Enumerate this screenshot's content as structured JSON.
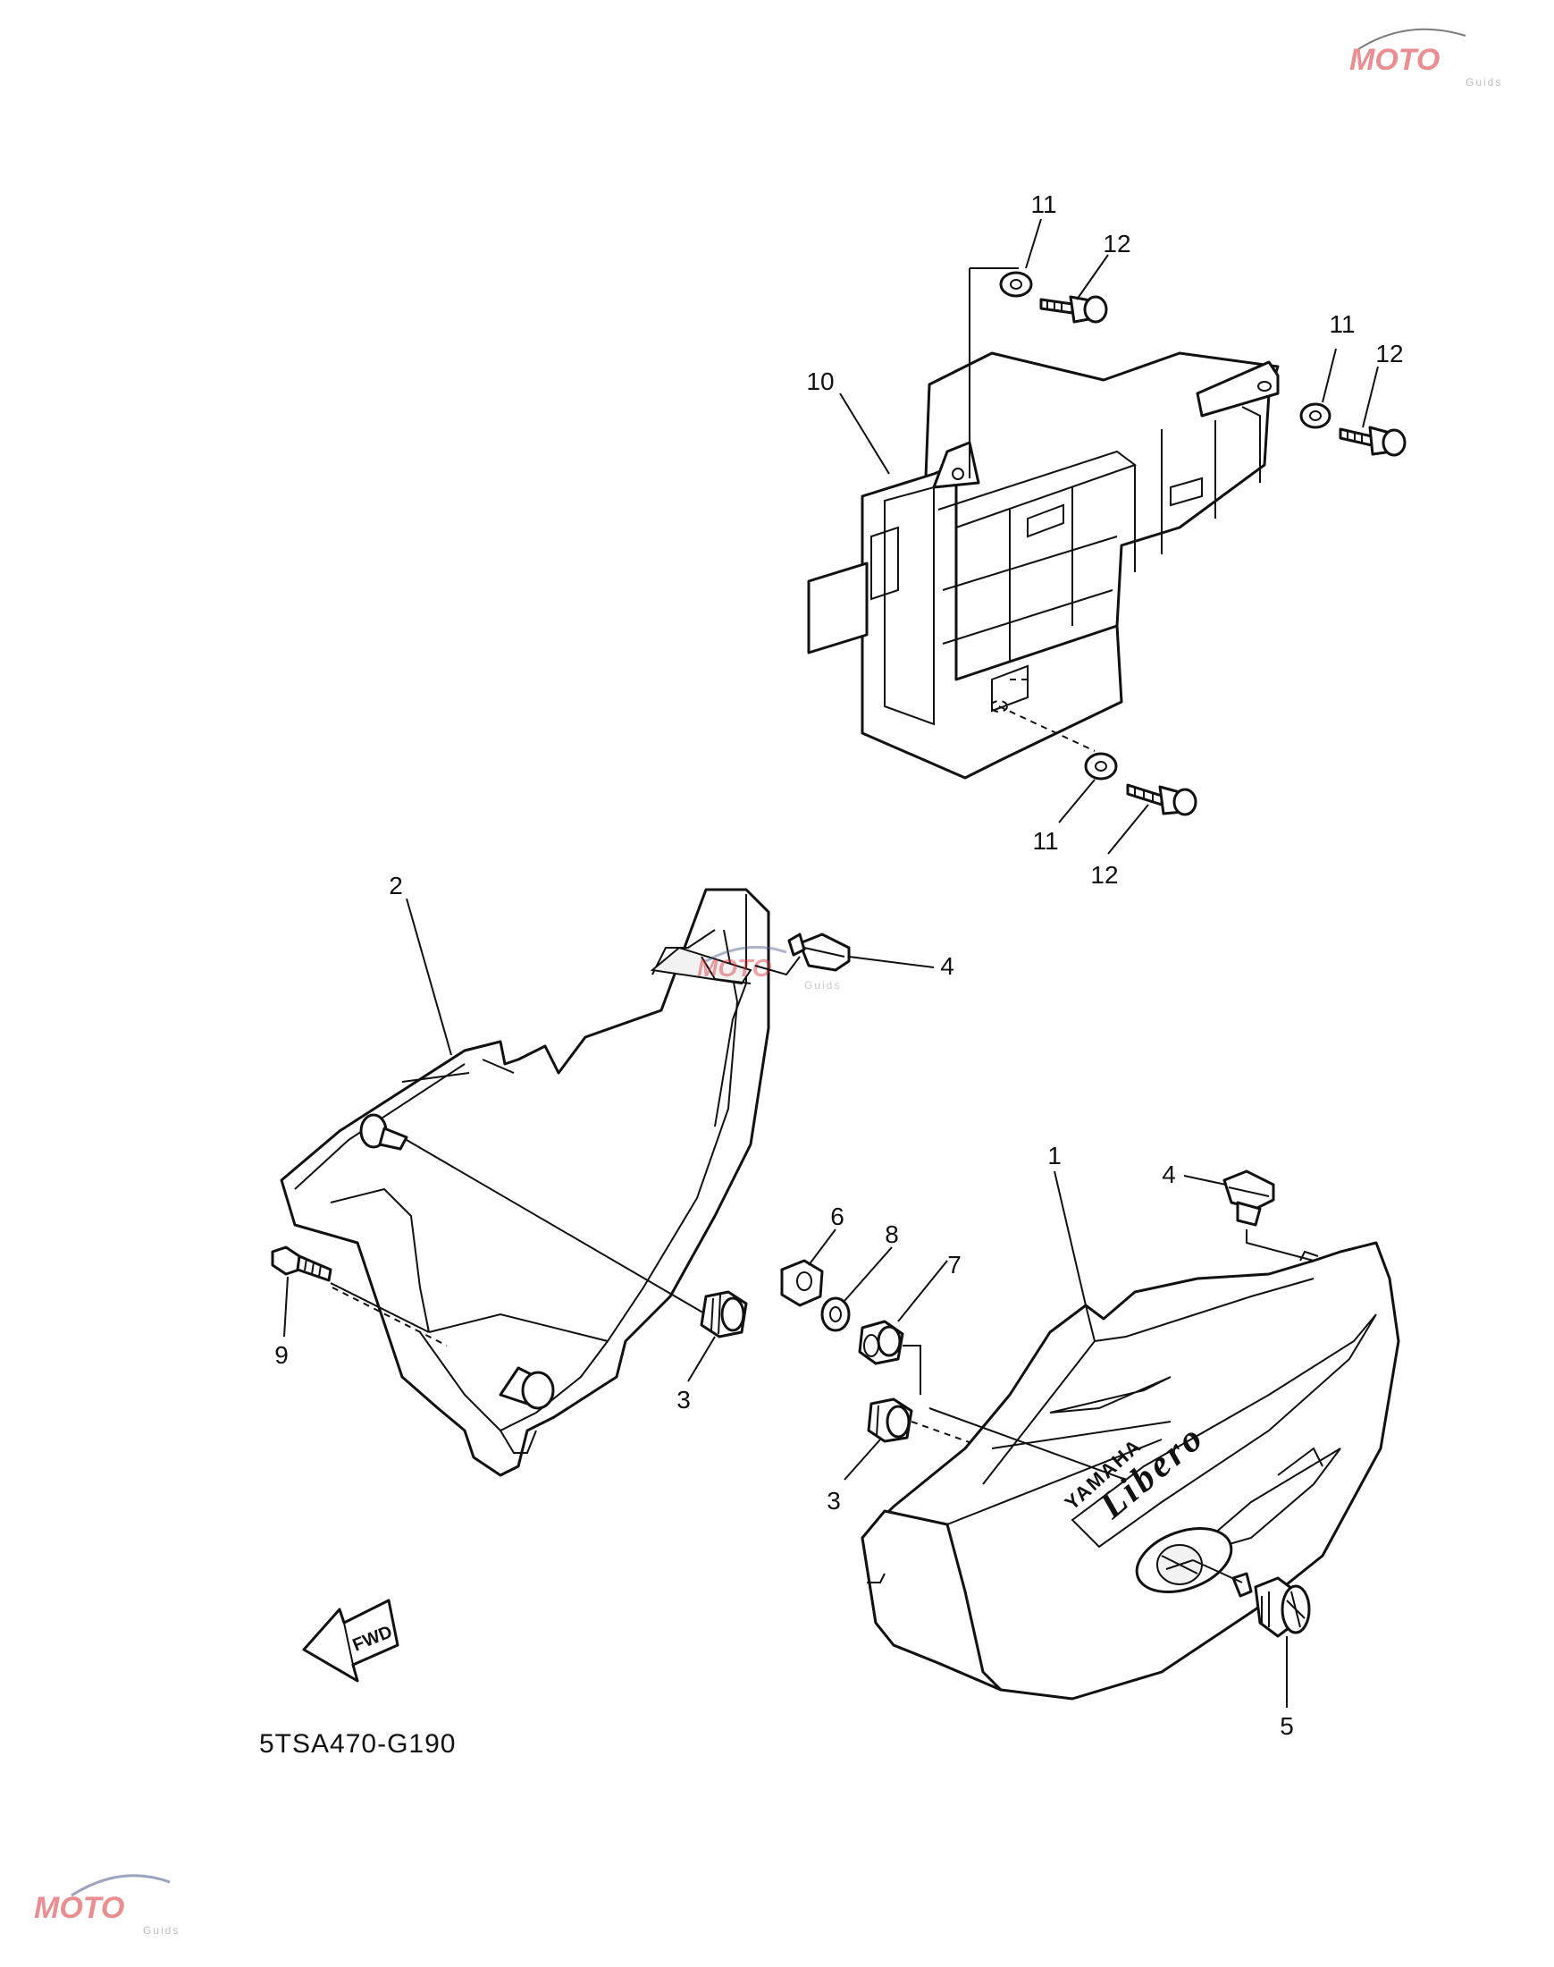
{
  "watermark": {
    "brand_top": "MOTO",
    "sub_top": "Guids",
    "brand_mid": "MOTO",
    "sub_mid": "Guids",
    "brand_bottom": "MOTO",
    "sub_bottom": "Guids",
    "accent_color": "#d9333a",
    "swoosh_color": "#4a5a8a"
  },
  "callouts": {
    "c1": "1",
    "c2": "2",
    "c3a": "3",
    "c3b": "3",
    "c4a": "4",
    "c4b": "4",
    "c5": "5",
    "c6": "6",
    "c7": "7",
    "c8": "8",
    "c9": "9",
    "c10": "10",
    "c11a": "11",
    "c11b": "11",
    "c11c": "11",
    "c12a": "12",
    "c12b": "12",
    "c12c": "12"
  },
  "fwd_label": "FWD",
  "cover_text": {
    "brand": "YAMAHA",
    "model": "Libero"
  },
  "diagram_code": "5TSA470-G190"
}
